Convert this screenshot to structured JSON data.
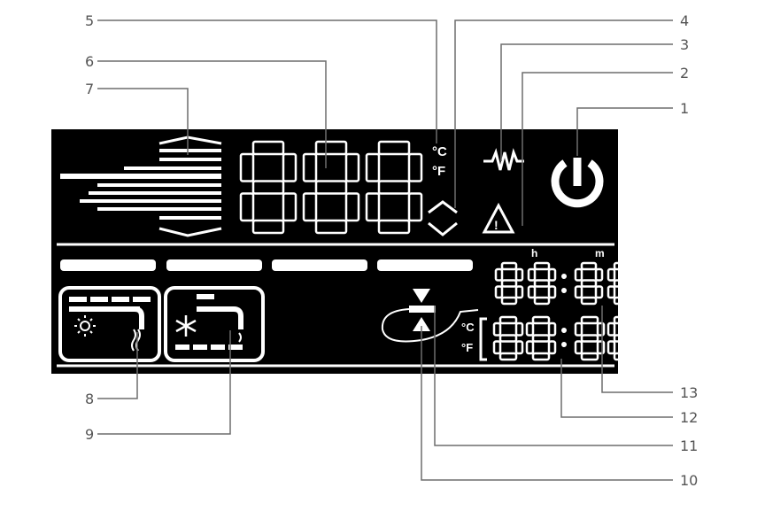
{
  "diagram": {
    "callouts": [
      "1",
      "2",
      "3",
      "4",
      "5",
      "6",
      "7",
      "8",
      "9",
      "10",
      "11",
      "12",
      "13"
    ],
    "units": {
      "celsius": "°C",
      "fahrenheit": "°F"
    },
    "clock_labels": {
      "hours": "h",
      "minutes": "m"
    },
    "warning_mark": "!",
    "colors": {
      "panel": "#000000",
      "segment": "#ffffff",
      "leader": "#6d6d6d",
      "callout_text": "#555555"
    },
    "icons": [
      "power-icon",
      "warning-triangle-icon",
      "heating-element-icon",
      "up-down-chevron-icon",
      "temperature-digits",
      "fan-level-bars",
      "solar-heating-icon",
      "cooling-snowflake-icon",
      "temperature-setpoint-icon",
      "hh-mm-clock"
    ]
  }
}
